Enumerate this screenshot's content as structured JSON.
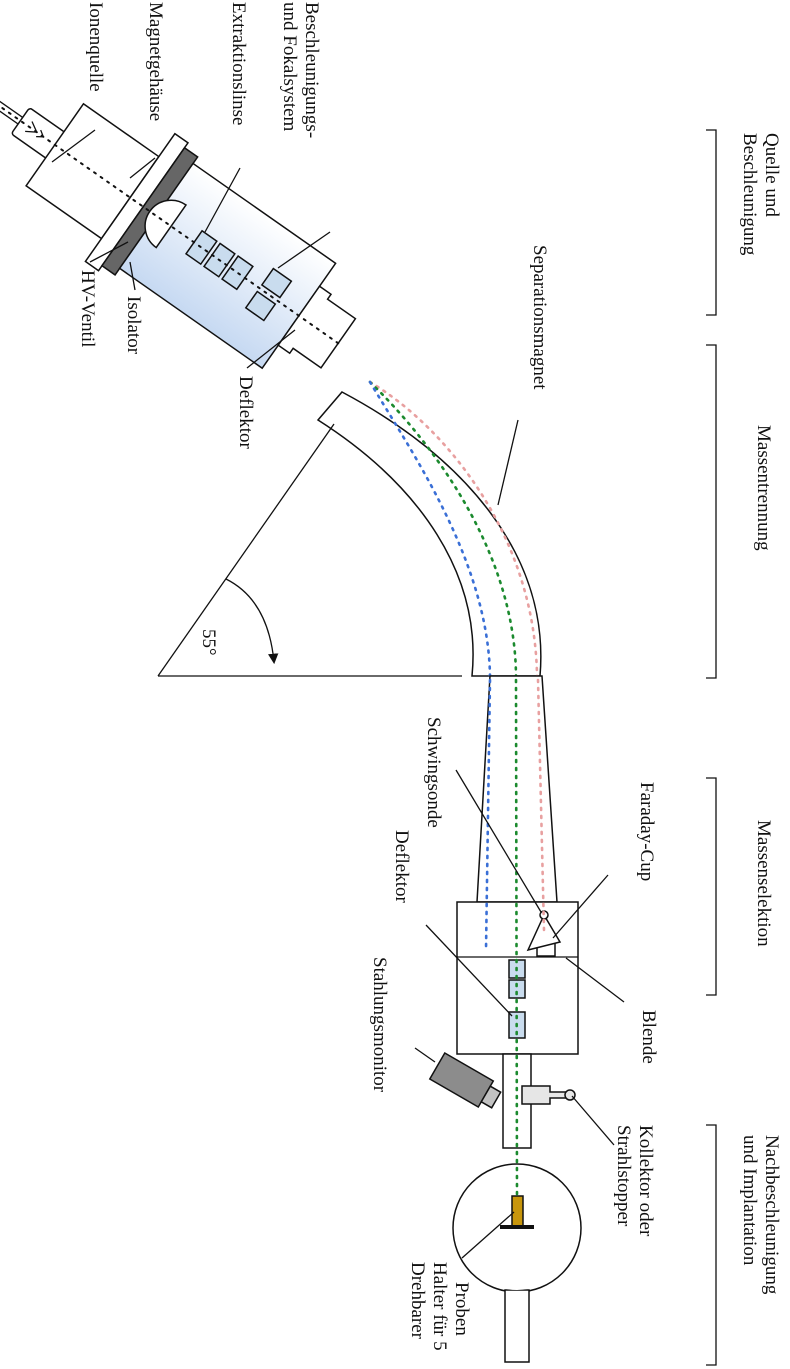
{
  "stages": {
    "quelle": [
      "Quelle und",
      "Beschleunigung"
    ],
    "massentrennung": "Massentrennung",
    "massenselektion": "Massenselektion",
    "nachbeschleunigung": [
      "Nachbeschleunigung",
      "und Implantation"
    ]
  },
  "labels": {
    "ionenquelle": "Ionenquelle",
    "magnetgehaeuse": "Magnetgehäuse",
    "extraktionslinse": "Extraktionslinse",
    "beschleunigung": [
      "Beschleunigungs-",
      "und Fokalsystem"
    ],
    "hv_ventil": "HV-Ventil",
    "isolator": "Isolator",
    "deflektor_1": "Deflektor",
    "separationsmagnet": "Separationsmagnet",
    "angle": "55°",
    "schwingsonde": "Schwingsonde",
    "faraday_cup": "Faraday-Cup",
    "blende": "Blende",
    "deflektor_2": "Deflektor",
    "stahlungsmonitor": "Stahlungsmonitor",
    "kollektor": [
      "Kollektor oder",
      "Strahlstopper"
    ],
    "halter": [
      "Drehbarer",
      "Halter für 5",
      "Proben"
    ]
  },
  "colors": {
    "beam_light": "#e8a0a0",
    "beam_medium": "#1b8a2e",
    "beam_heavy": "#3a6fd6",
    "element_fill": "#c9dcee",
    "accel_fill": "#dde9f8",
    "sample_fill": "#c8960c"
  }
}
